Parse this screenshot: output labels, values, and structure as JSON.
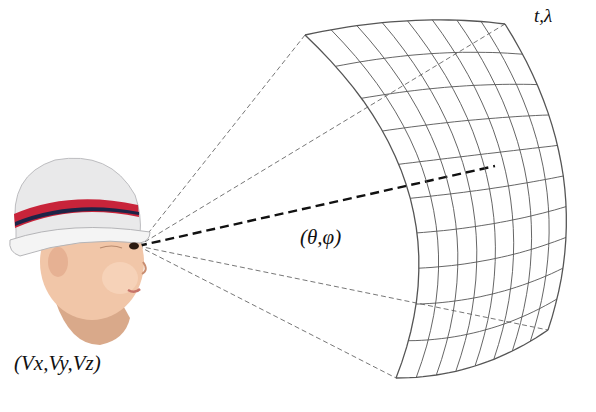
{
  "diagram": {
    "labels": [
      "t,λ",
      "(θ,φ)",
      "(Vx,Vy,Vz)"
    ]
  }
}
